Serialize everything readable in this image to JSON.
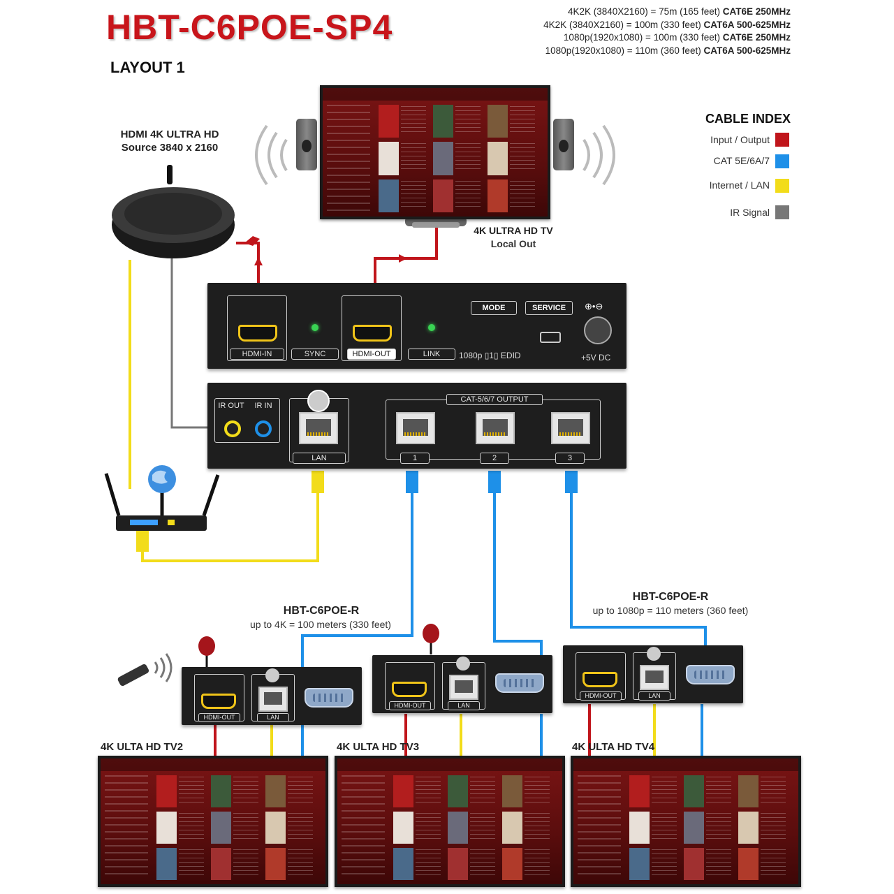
{
  "title": "HBT-C6POE-SP4",
  "layout_label": "LAYOUT 1",
  "specs": [
    {
      "res": "4K2K",
      "detail": " (3840X2160) = 75m (165 feet) ",
      "cable": "CAT6E 250MHz"
    },
    {
      "res": "4K2K",
      "detail": " (3840X2160) = 100m (330 feet) ",
      "cable": "CAT6A 500-625MHz"
    },
    {
      "res": "1080p",
      "detail": "(1920x1080) = 100m (330 feet) ",
      "cable": "CAT6E 250MHz"
    },
    {
      "res": "1080p",
      "detail": "(1920x1080) = 110m (360 feet) ",
      "cable": "CAT6A 500-625MHz"
    }
  ],
  "cable_index": {
    "title": "CABLE INDEX",
    "items": [
      {
        "label": "Input / Output",
        "color": "#c0151b"
      },
      {
        "label": "CAT 5E/6A/7",
        "color": "#1e90e8"
      },
      {
        "label": "Internet / LAN",
        "color": "#f2dc1a"
      },
      {
        "label": "IR Signal",
        "color": "#777777"
      }
    ]
  },
  "source": {
    "line1": "HDMI 4K ULTRA HD",
    "line2": "Source 3840 x 2160"
  },
  "local_tv": {
    "line1": "4K ULTRA HD TV",
    "line2": "Local Out"
  },
  "transmitter_front": {
    "hdmi_in": "HDMI-IN",
    "sync": "SYNC",
    "hdmi_out": "HDMI-OUT",
    "link": "LINK",
    "edid": "1080p ▯1▯ EDID",
    "mode": "MODE",
    "service": "SERVICE",
    "power": "+5V DC",
    "polarity": "⊕•⊖"
  },
  "transmitter_back": {
    "ir_out": "IR OUT",
    "ir_in": "IR IN",
    "lan": "LAN",
    "output_group": "CAT-5/6/7 OUTPUT",
    "port1": "1",
    "port2": "2",
    "port3": "3"
  },
  "receiver_left": {
    "title": "HBT-C6POE-R",
    "sub": "up to 4K = 100 meters (330 feet)"
  },
  "receiver_right": {
    "title": "HBT-C6POE-R",
    "sub": "up to 1080p = 110 meters (360 feet)"
  },
  "receiver_ports": {
    "hdmi_out": "HDMI-OUT",
    "lan": "LAN"
  },
  "tvs": [
    "4K ULTA HD TV2",
    "4K ULTA HD TV3",
    "4K ULTA HD TV4"
  ],
  "colors": {
    "title_red": "#c8151b",
    "io": "#c0151b",
    "cat": "#1e90e8",
    "lan": "#f2dc1a",
    "ir": "#777777"
  }
}
